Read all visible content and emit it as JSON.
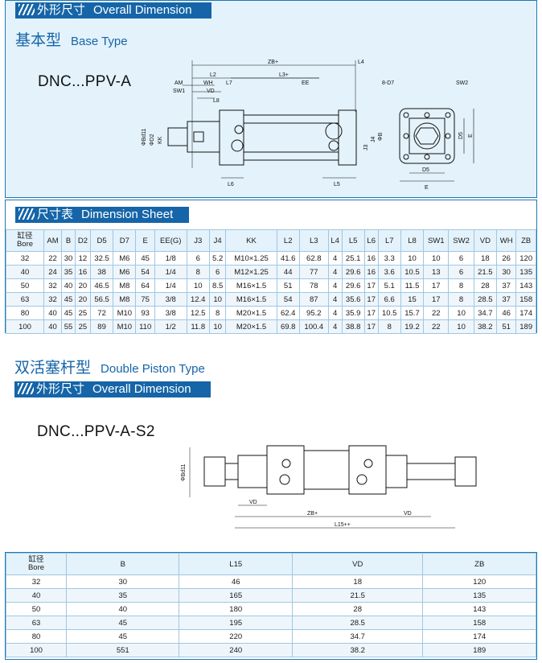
{
  "section1": {
    "header_cn": "外形尺寸",
    "header_en": "Overall Dimension",
    "title_cn": "基本型",
    "title_en": "Base Type",
    "model": "DNC...PPV-A",
    "drawing_labels": {
      "zb": "ZB+",
      "l4": "L4",
      "l2": "L2",
      "l3": "L3+",
      "am": "AM",
      "wh": "WH",
      "l7": "L7",
      "sw1": "SW1",
      "vd": "VD",
      "l8": "L8",
      "ee": "EE",
      "bd11": "ΦBd11",
      "d2": "ΦD2",
      "kk": "KK",
      "j3": "J3",
      "j4": "J4",
      "b": "ΦB",
      "l6": "L6",
      "l5": "L5",
      "d7": "8-D7",
      "sw2": "SW2",
      "d5v": "D5",
      "ev": "E",
      "d5h": "D5",
      "eh": "E"
    }
  },
  "section2": {
    "header_cn": "尺寸表",
    "header_en": "Dimension Sheet",
    "bore_cn": "缸径",
    "bore_en": "Bore",
    "columns": [
      "AM",
      "B",
      "D2",
      "D5",
      "D7",
      "E",
      "EE(G)",
      "J3",
      "J4",
      "KK",
      "L2",
      "L3",
      "L4",
      "L5",
      "L6",
      "L7",
      "L8",
      "SW1",
      "SW2",
      "VD",
      "WH",
      "ZB"
    ],
    "rows": [
      [
        "32",
        "22",
        "30",
        "12",
        "32.5",
        "M6",
        "45",
        "1/8",
        "6",
        "5.2",
        "M10×1.25",
        "41.6",
        "62.8",
        "4",
        "25.1",
        "16",
        "3.3",
        "10",
        "10",
        "6",
        "18",
        "26",
        "120"
      ],
      [
        "40",
        "24",
        "35",
        "16",
        "38",
        "M6",
        "54",
        "1/4",
        "8",
        "6",
        "M12×1.25",
        "44",
        "77",
        "4",
        "29.6",
        "16",
        "3.6",
        "10.5",
        "13",
        "6",
        "21.5",
        "30",
        "135"
      ],
      [
        "50",
        "32",
        "40",
        "20",
        "46.5",
        "M8",
        "64",
        "1/4",
        "10",
        "8.5",
        "M16×1.5",
        "51",
        "78",
        "4",
        "29.6",
        "17",
        "5.1",
        "11.5",
        "17",
        "8",
        "28",
        "37",
        "143"
      ],
      [
        "63",
        "32",
        "45",
        "20",
        "56.5",
        "M8",
        "75",
        "3/8",
        "12.4",
        "10",
        "M16×1.5",
        "54",
        "87",
        "4",
        "35.6",
        "17",
        "6.6",
        "15",
        "17",
        "8",
        "28.5",
        "37",
        "158"
      ],
      [
        "80",
        "40",
        "45",
        "25",
        "72",
        "M10",
        "93",
        "3/8",
        "12.5",
        "8",
        "M20×1.5",
        "62.4",
        "95.2",
        "4",
        "35.9",
        "17",
        "10.5",
        "15.7",
        "22",
        "10",
        "34.7",
        "46",
        "174"
      ],
      [
        "100",
        "40",
        "55",
        "25",
        "89",
        "M10",
        "110",
        "1/2",
        "11.8",
        "10",
        "M20×1.5",
        "69.8",
        "100.4",
        "4",
        "38.8",
        "17",
        "8",
        "19.2",
        "22",
        "10",
        "38.2",
        "51",
        "189"
      ]
    ]
  },
  "section3": {
    "title_cn": "双活塞杆型",
    "title_en": "Double Piston Type",
    "header_cn": "外形尺寸",
    "header_en": "Overall Dimension",
    "model": "DNC...PPV-A-S2",
    "drawing_labels": {
      "bd11": "ΦBd11",
      "vd1": "VD",
      "zb": "ZB+",
      "vd2": "VD",
      "l15": "L15++"
    }
  },
  "section4": {
    "bore_cn": "缸径",
    "bore_en": "Bore",
    "columns": [
      "B",
      "L15",
      "VD",
      "ZB"
    ],
    "rows": [
      [
        "32",
        "30",
        "46",
        "18",
        "120"
      ],
      [
        "40",
        "35",
        "165",
        "21.5",
        "135"
      ],
      [
        "50",
        "40",
        "180",
        "28",
        "143"
      ],
      [
        "63",
        "45",
        "195",
        "28.5",
        "158"
      ],
      [
        "80",
        "45",
        "220",
        "34.7",
        "174"
      ],
      [
        "100",
        "551",
        "240",
        "38.2",
        "189"
      ]
    ]
  }
}
